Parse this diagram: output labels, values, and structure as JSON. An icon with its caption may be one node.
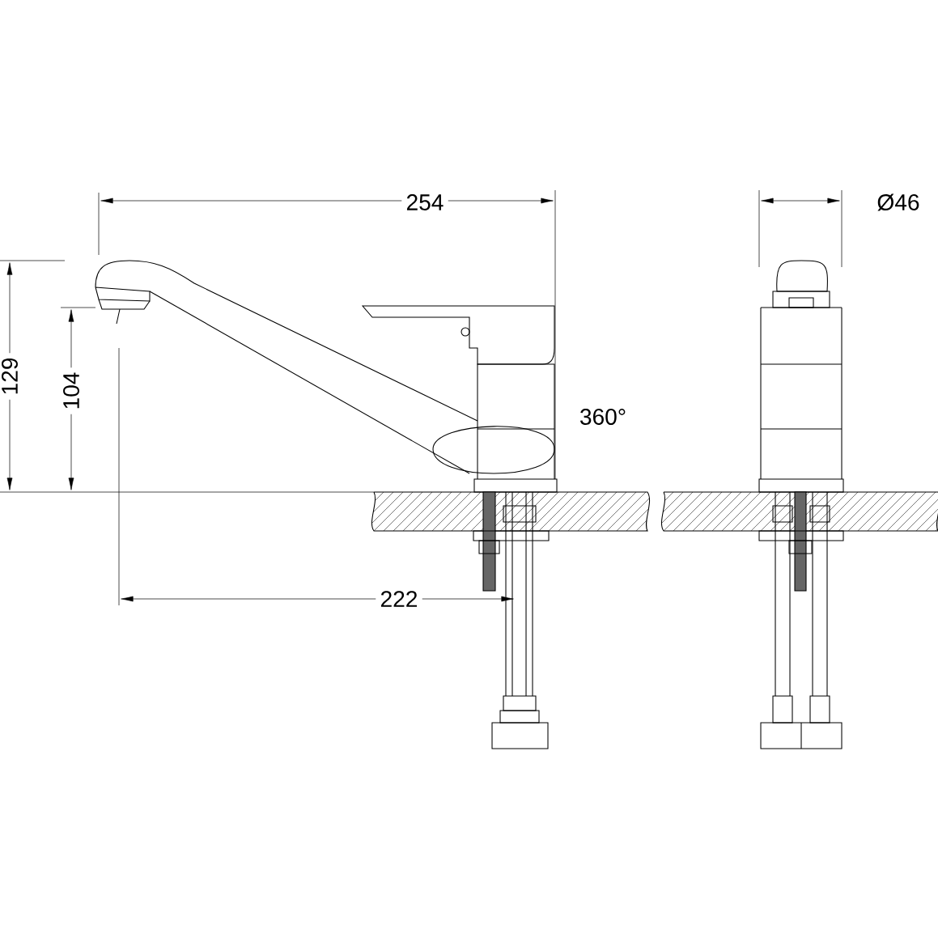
{
  "diagram": {
    "labels": [
      "254",
      "Ø46",
      "129",
      "104",
      "360°",
      "222"
    ]
  }
}
